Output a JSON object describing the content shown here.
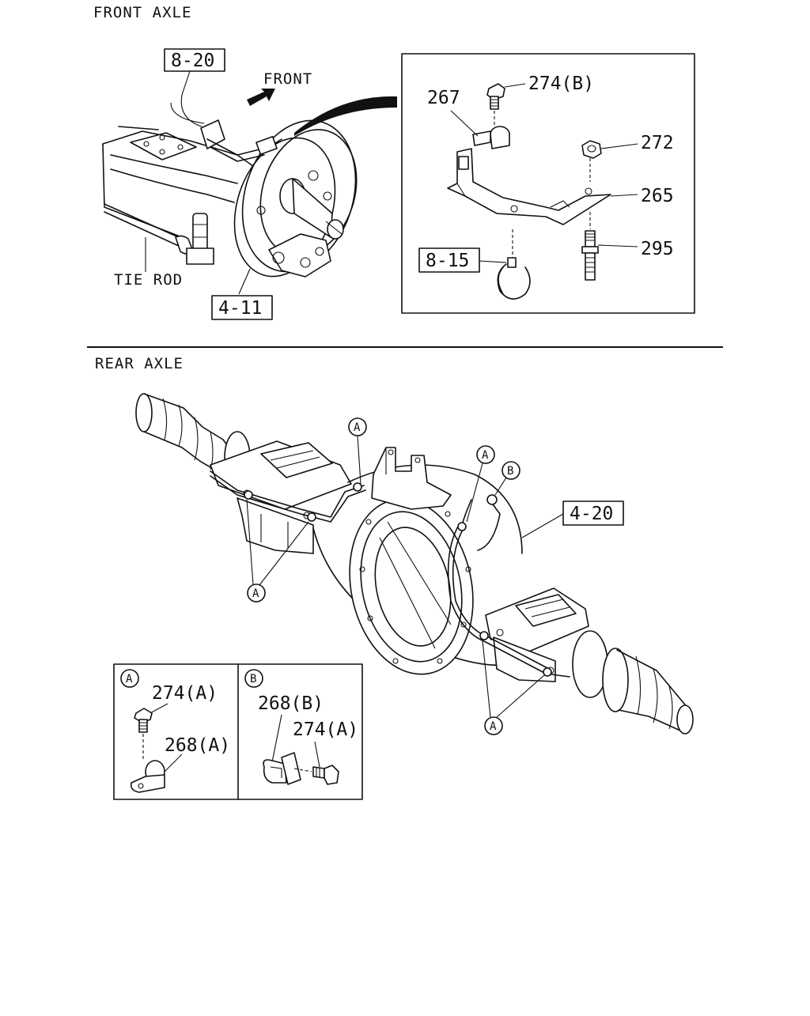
{
  "sections": {
    "front_axle": "FRONT AXLE",
    "rear_axle": "REAR AXLE"
  },
  "front": {
    "ref_8_20": "8-20",
    "front_arrow_label": "FRONT",
    "tie_rod": "TIE ROD",
    "ref_4_11": "4-11"
  },
  "detail": {
    "p274b": "274(B)",
    "p267": "267",
    "p272": "272",
    "p265": "265",
    "p295": "295",
    "ref_8_15": "8-15"
  },
  "rear": {
    "ref_4_20": "4-20",
    "marker_a": "A",
    "marker_b": "B"
  },
  "legend": {
    "a_marker": "A",
    "a_bolt": "274(A)",
    "a_clip": "268(A)",
    "b_marker": "B",
    "b_clip": "268(B)",
    "b_bolt": "274(A)"
  }
}
